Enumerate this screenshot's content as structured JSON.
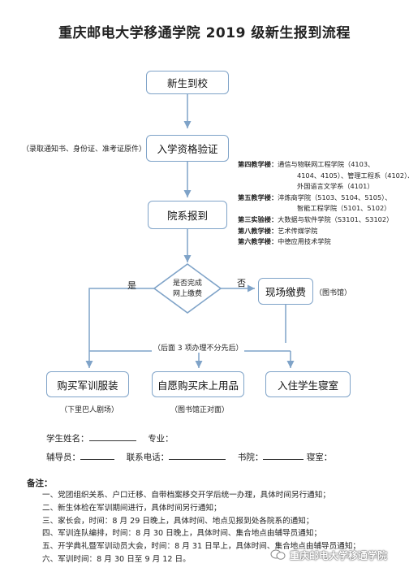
{
  "title": "重庆邮电大学移通学院 2019 级新生报到流程",
  "flow": {
    "step1": "新生到校",
    "step2": "入学资格验证",
    "step2_note": "（录取通知书、身份证、准考证原件）",
    "step3": "院系报到",
    "decision_line1": "是否完成",
    "decision_line2": "网上缴费",
    "yes": "是",
    "no": "否",
    "onsite_pay": "现场缴费",
    "onsite_pay_note": "（图书馆）",
    "order_note": "（后面 3 项办理不分先后）",
    "buy_uniform": "购买军训服装",
    "buy_uniform_note": "（下里巴人剧场）",
    "buy_bedding": "自愿购买床上用品",
    "buy_bedding_note": "（图书馆正对面）",
    "dorm": "入住学生寝室"
  },
  "buildings": [
    {
      "label": "第四教学楼：",
      "text": "通信与物联网工程学院（4103、"
    },
    {
      "label": "",
      "text": "4104、4105）、管理工程系（4102）、"
    },
    {
      "label": "",
      "text": "外国语言文学系（4101）"
    },
    {
      "label": "第五教学楼：",
      "text": "淬炼商学院（5103、5104、5105）、"
    },
    {
      "label": "",
      "text": "智能工程学院（5101、5102）"
    },
    {
      "label": "第三实验楼：",
      "text": "大数据与软件学院（S3101、S3102）"
    },
    {
      "label": "第八教学楼：",
      "text": "艺术传媒学院"
    },
    {
      "label": "第六教学楼：",
      "text": "中德应用技术学院"
    }
  ],
  "form": {
    "name_label": "学生姓名：",
    "major_label": "专业：",
    "counselor_label": "辅导员：",
    "phone_label": "联系电话：",
    "college_label": "书院：",
    "dorm_label": "寝室："
  },
  "notes": {
    "title": "备注：",
    "items": [
      "一、党团组织关系、户口迁移、自带档案移交开学后统一办理，具体时间另行通知；",
      "二、新生体检在军训期间进行，具体时间另行通知；",
      "三、家长会，时间：8 月 29 日晚上，具体时间、地点见报到处各院系的通知；",
      "四、军训连队编排，时间：8 月 30 日晚上，具体时间、集合地点由辅导员通知；",
      "五、开学典礼暨军训动员大会，时间：8 月 31 日早上，具体时间、集合地点由辅导员通知；",
      "六、军训时间：8 月 30 日至 9 月 12 日。"
    ]
  },
  "watermark": "重庆邮电大学移通学院",
  "colors": {
    "box_border": "#7fa3c8",
    "arrow": "#7fa3c8"
  }
}
